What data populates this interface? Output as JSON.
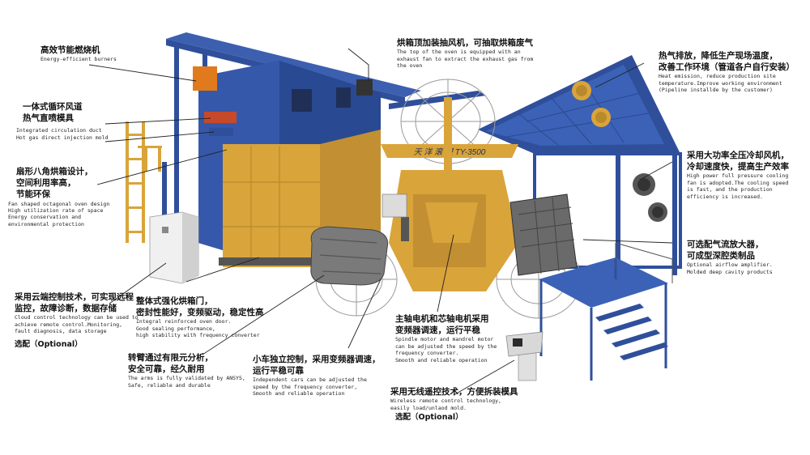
{
  "colors": {
    "frame": "#2f4f9b",
    "frame_dark": "#1f3575",
    "gold": "#d9a43a",
    "gold_dark": "#b98a2c",
    "grey": "#6e6e6e",
    "cabinet": "#e6e6e6"
  },
  "banner": "天 洋 滚 塑 TY-3500",
  "annotations": {
    "burners": {
      "zh": "高效节能燃烧机",
      "en": "Energy-efficient burners"
    },
    "exhaust_fan": {
      "zh": "烘箱顶加装抽风机，可抽取烘箱废气",
      "en": "The top of the oven is equipped with an\nexhaust fan to extract the exhaust gas from\nthe oven"
    },
    "heat_emission": {
      "zh1": "热气排放，降低生产现场温度，",
      "zh2": "改善工作环境（管道各户自行安装）",
      "en": "Heat emission, reduce production site\ntemperature.Improve working environment\n(Pipeline installde by the customer)"
    },
    "circulation_duct": {
      "zh1": "一体式循环风道",
      "zh2": "热气直喷模具",
      "en": "Integrated circulation duct\nHot gas direct injection mold"
    },
    "cooling_fan": {
      "zh1": "采用大功率全压冷却风机，",
      "zh2": "冷却速度快，提高生产效率",
      "en": "High power full pressure cooling\nfan is adopted.The cooling speed\nis fast, and the production\nefficiency is increased."
    },
    "oven_design": {
      "zh1": "扇形八角烘箱设计，",
      "zh2": "空间利用率高，",
      "zh3": "节能环保",
      "en": "Fan shaped octagonal oven design\nHigh utilization rate of space\nEnergy conservation and\nenvironmental protection"
    },
    "airflow": {
      "zh1": "可选配气流放大器，",
      "zh2": "可成型深腔类制品",
      "en": "Optional airflow amplifier.\nMolded deep cavity products"
    },
    "cloud_control": {
      "zh1": "采用云端控制技术，可实现远程",
      "zh2": "监控，故障诊断，数据存储",
      "en": "Cloud control technology can be used to\nachieve remote control.Monitoring,\nfault diagnosis, data storage",
      "opt": "选配（Optional）"
    },
    "oven_door": {
      "zh1": "整体式强化烘箱门，",
      "zh2": "密封性能好，变频驱动，稳定性高",
      "en": "Integral reinforced oven door.\nGood sealing performance,\nhigh stability with frequency converter"
    },
    "spindle_motor": {
      "zh1": "主轴电机和芯轴电机采用",
      "zh2": "变频器调速，运行平稳",
      "en": "Spindle motor and mandrel motor\ncan be adjusted the speed by the\nfrequency converter.\nSmooth and reliable operation"
    },
    "arms_validated": {
      "zh1": "转臂通过有限元分析，",
      "zh2": "安全可靠，经久耐用",
      "en": "The arms is fully validated by ANSYS,\nSafe, reliable and durable"
    },
    "independent_cars": {
      "zh1": "小车独立控制，采用变频器调速，",
      "zh2": "运行平稳可靠",
      "en": "Independent cars can be adjusted the\nspeed by the frequency converter,\nSmooth and reliable operation"
    },
    "wireless_remote": {
      "zh": "采用无线遥控技术，方便拆装模具",
      "en": "Wireless remote control technology,\neasily load/unlaod mold.",
      "opt": "选配（Optional）"
    }
  }
}
